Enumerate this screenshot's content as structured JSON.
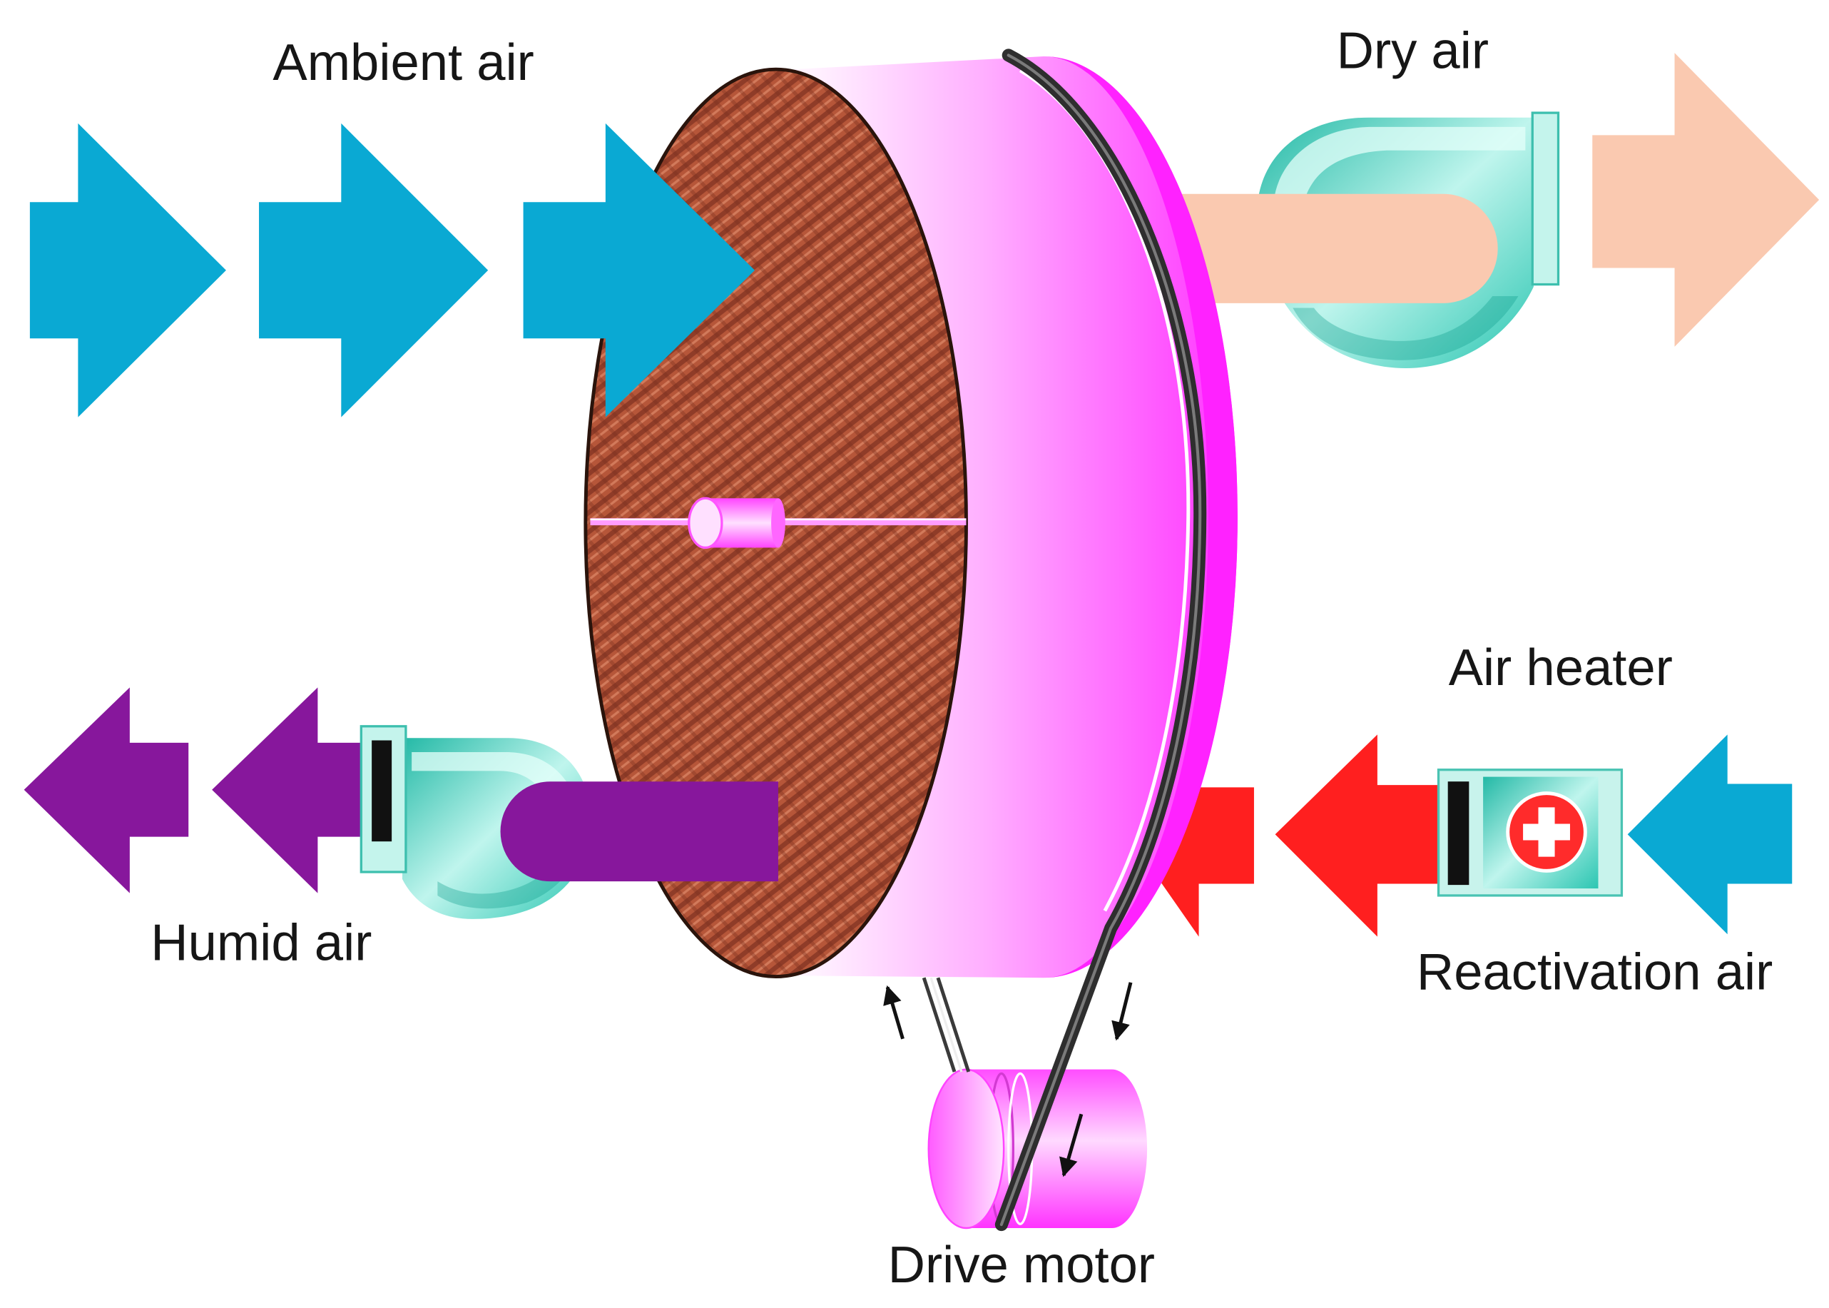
{
  "labels": {
    "ambient_air": "Ambient air",
    "dry_air": "Dry air",
    "air_heater": "Air heater",
    "humid_air": "Humid air",
    "reactivation_air": "Reactivation air",
    "drive_motor": "Drive motor"
  },
  "colors": {
    "ambient_air": "#0aa9d3",
    "dry_air": "#fac9b0",
    "humid_air": "#87179c",
    "heated_air": "#ff1f1f",
    "reactivation_air": "#0aa9d3",
    "rotor": "#ff33ff",
    "desiccant": "#b65639",
    "fan": "#2cc6b2"
  }
}
